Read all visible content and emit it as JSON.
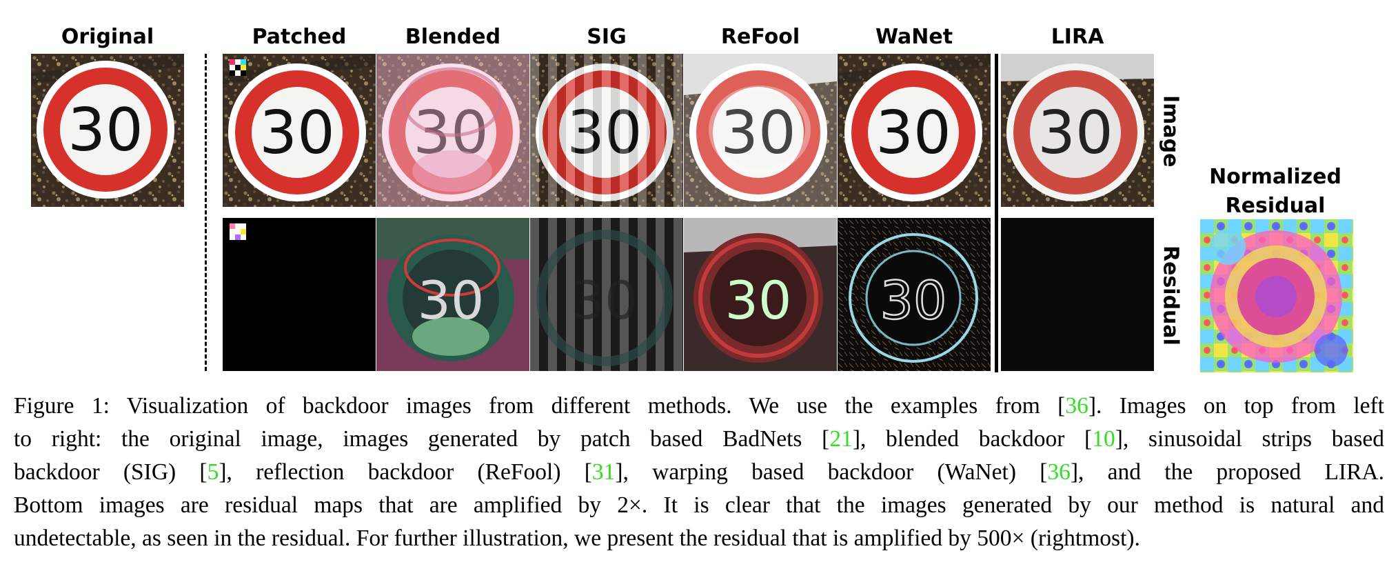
{
  "figure": {
    "columns": {
      "original": "Original",
      "patched": "Patched",
      "blended": "Blended",
      "sig": "SIG",
      "refool": "ReFool",
      "wanet": "WaNet",
      "lira": "LIRA"
    },
    "row_labels": {
      "image": "Image",
      "residual": "Residual"
    },
    "normalized_title_line1": "Normalized",
    "normalized_title_line2": "Residual",
    "sign_number": "30"
  },
  "caption": {
    "l1a": "Figure 1: Visualization of backdoor images from different methods. We use the examples from [",
    "ref36a": "36",
    "l1b": "]. Images on top from left",
    "l2a": "to right: the original image, images generated by patch based BadNets [",
    "ref21": "21",
    "l2b": "], blended backdoor [",
    "ref10": "10",
    "l2c": "], sinusoidal strips based",
    "l3a": "backdoor (SIG) [",
    "ref5": "5",
    "l3b": "], reflection backdoor (ReFool) [",
    "ref31": "31",
    "l3c": "], warping based backdoor (WaNet) [",
    "ref36b": "36",
    "l3d": "], and the proposed LIRA.",
    "l4": "Bottom images are residual maps that are amplified by 2×. It is clear that the images generated by our method is natural and",
    "l5": "undetectable, as seen in the residual. For further illustration, we present the residual that is amplified by 500× (rightmost)."
  }
}
